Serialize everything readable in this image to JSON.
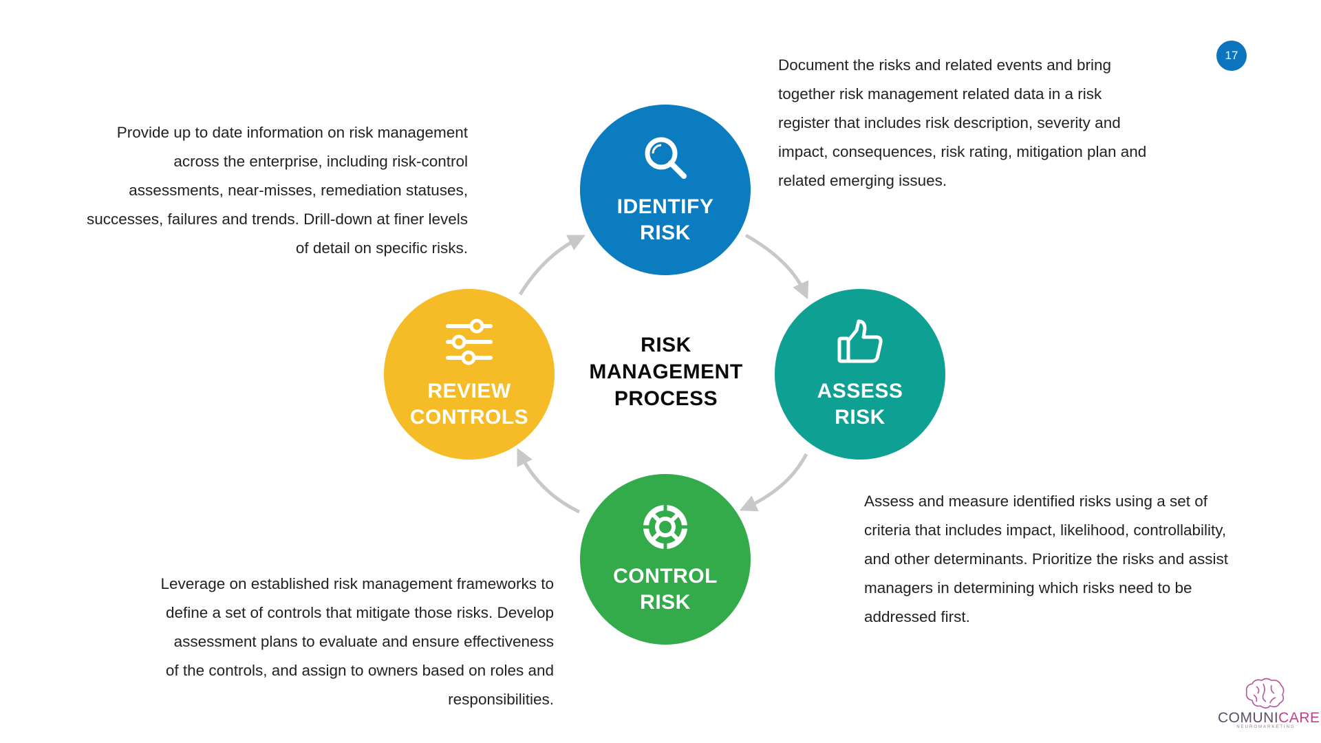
{
  "page_number": "17",
  "center_title": [
    "RISK",
    "MANAGEMENT",
    "PROCESS"
  ],
  "steps": {
    "identify": {
      "label": [
        "IDENTIFY",
        "RISK"
      ],
      "icon": "search-icon",
      "color": "#0a7cbf",
      "description": "Document the risks and related events and bring together risk management related data in a risk register that includes risk description, severity and impact, consequences, risk rating, mitigation plan and related emerging issues."
    },
    "assess": {
      "label": [
        "ASSESS",
        "RISK"
      ],
      "icon": "thumbs-up-icon",
      "color": "#0fa094",
      "description": "Assess and measure identified risks using a set of criteria that includes impact, likelihood, controllability, and other determinants. Prioritize the risks and assist managers in determining which risks need to be addressed first."
    },
    "control": {
      "label": [
        "CONTROL",
        "RISK"
      ],
      "icon": "lifebuoy-icon",
      "color": "#33ab4b",
      "description": "Leverage on established risk management frameworks to define a set of controls that mitigate those risks. Develop assessment plans to evaluate and ensure effectiveness of the controls, and assign to owners based on roles and responsibilities."
    },
    "review": {
      "label": [
        "REVIEW",
        "CONTROLS"
      ],
      "icon": "sliders-icon",
      "color": "#f5bc27",
      "description": "Provide up to date information on risk management across the enterprise, including risk-control assessments, near-misses, remediation statuses, successes, failures and trends. Drill-down at finer levels of detail on specific risks."
    }
  },
  "logo": {
    "name_part1": "COMUNI",
    "name_part2": "CARE",
    "tagline": "NEUROMARKETING"
  }
}
